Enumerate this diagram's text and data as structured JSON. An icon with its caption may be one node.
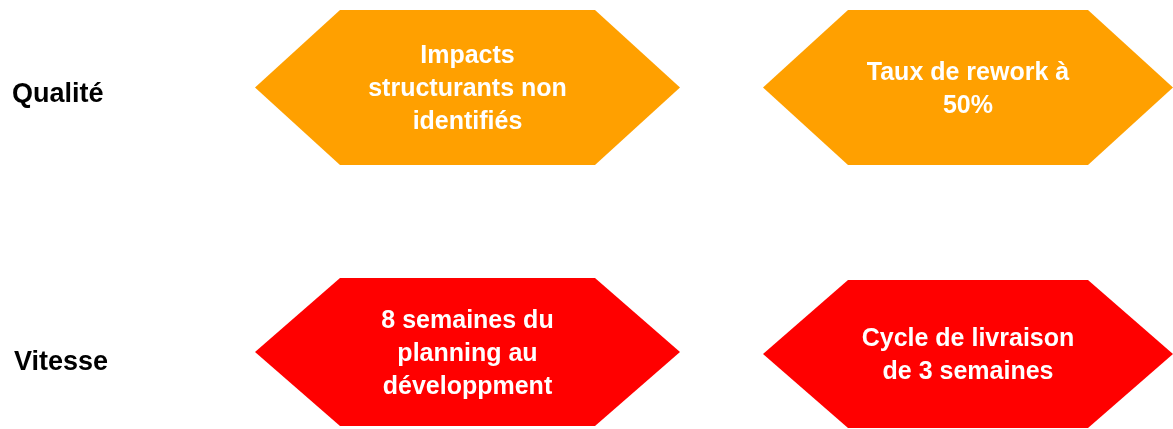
{
  "diagram": {
    "nodes": [
      {
        "text": [
          "Impacts structurants non identifiés"
        ]
      },
      {
        "text": [
          "Taux de rework à 50%"
        ]
      },
      {
        "text": [
          "8 semaines du planning au développment"
        ]
      },
      {
        "text": [
          "Cycle de livraison de 3 semaines"
        ]
      }
    ],
    "labels": [
      "Qualité",
      "Vitesse"
    ]
  }
}
